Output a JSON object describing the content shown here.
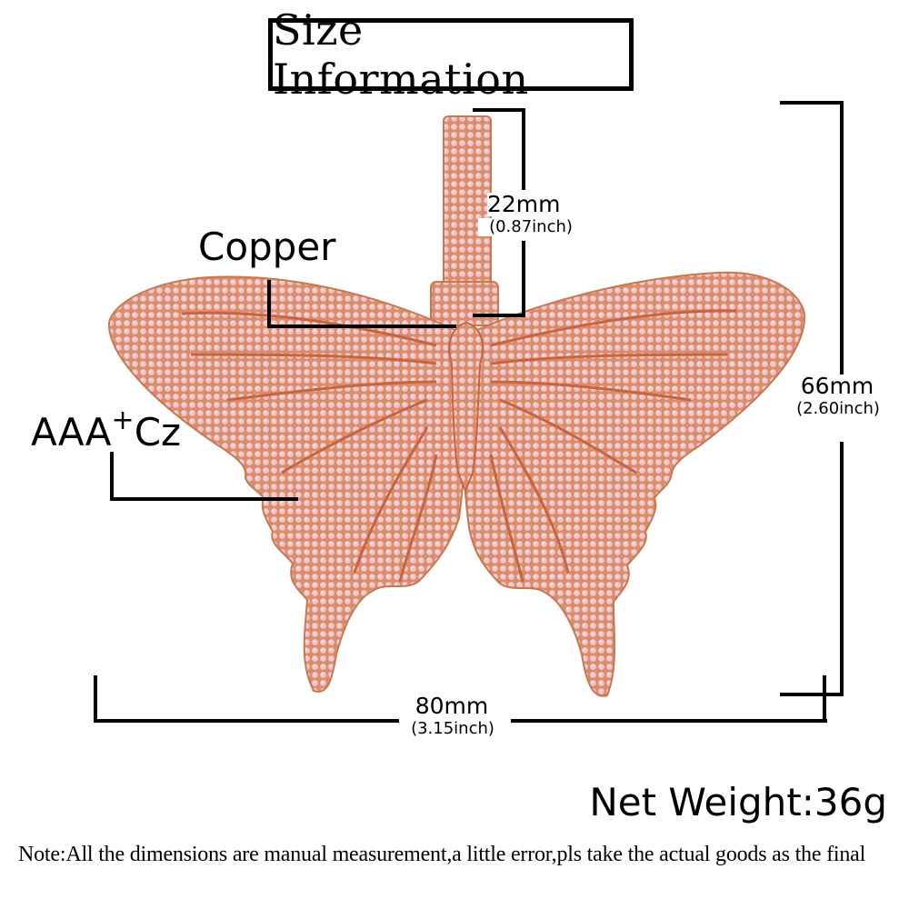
{
  "title": "Size Information",
  "product": {
    "subject": "butterfly pendant",
    "colors": {
      "metal": "#d98d6a",
      "stone": "#f2c4c8",
      "vein": "#c8643f",
      "outline": "#000000"
    }
  },
  "callouts": {
    "material": "Copper",
    "stone_prefix": "AAA",
    "stone_sup": "+",
    "stone_suffix": "Cz"
  },
  "dimensions": {
    "bail_height": {
      "mm": "22mm",
      "inch": "(0.87inch)"
    },
    "height": {
      "mm": "66mm",
      "inch": "(2.60inch)"
    },
    "width": {
      "mm": "80mm",
      "inch": "(3.15inch)"
    }
  },
  "weight": "Net Weight:36g",
  "note": "Note:All the dimensions are manual measurement,a little error,pls take the actual goods as the final"
}
